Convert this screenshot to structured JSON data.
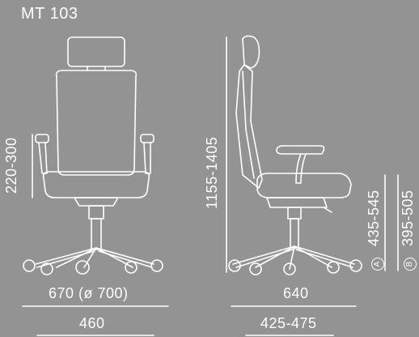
{
  "title": "MT 103",
  "front_view": {
    "armrest_height": "220-300",
    "width_with_base": "670 (ø 700)",
    "seat_width": "460"
  },
  "side_view": {
    "total_height": "1155-1405",
    "depth": "640",
    "seat_depth": "425-475",
    "seat_height_a": "435-545",
    "seat_height_b": "395-505",
    "marker_a": "A",
    "marker_b": "B"
  },
  "colors": {
    "background": "#939393",
    "line": "#ffffff"
  }
}
